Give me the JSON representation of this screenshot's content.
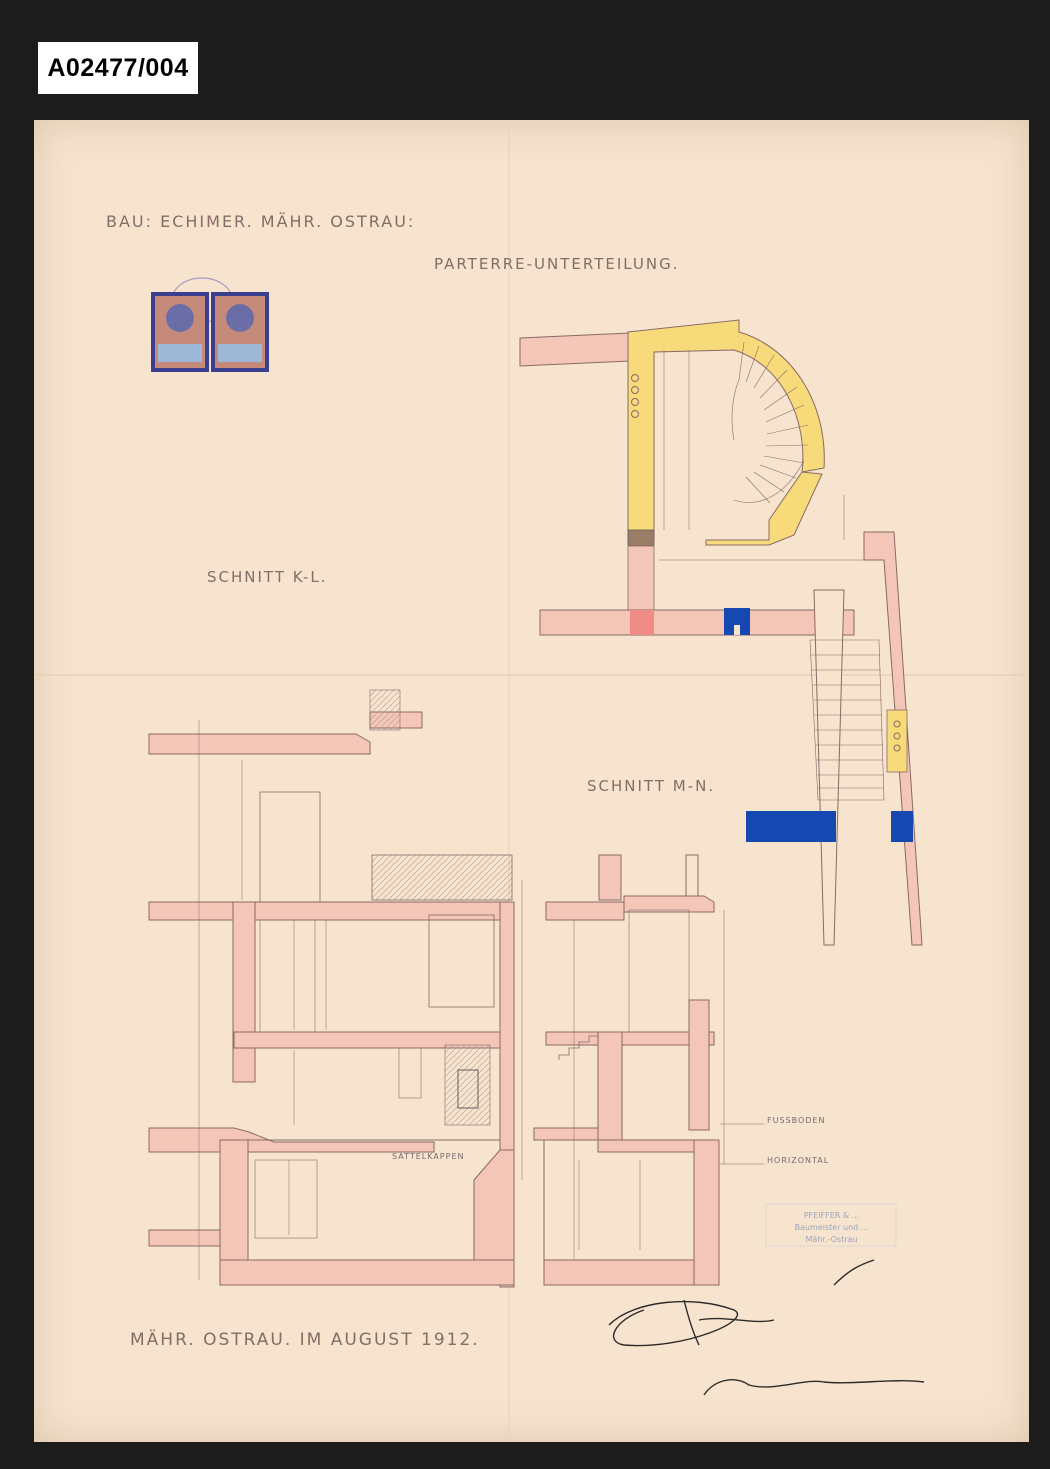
{
  "archive_label": "A02477/004",
  "drawing": {
    "project_title": "BAU: ECHIMER. MÄHR. OSTRAU:",
    "plan_title": "PARTERRE-UNTERTEILUNG.",
    "section_kl": "SCHNITT K-L.",
    "section_mn": "SCHNITT M-N.",
    "footer_place_date": "MÄHR. OSTRAU. IM AUGUST 1912.",
    "level_fussboden": "FUSSBODEN",
    "level_horizont": "HORIZONTAL",
    "label_satteldach": "SATTELKAPPEN",
    "stamp_office_lines": [
      "PFEIFFER & ...",
      "Baumeister und ...",
      "Mähr.-Ostrau"
    ],
    "signatures": [
      "Glücke",
      "Franz & Sofie Echener"
    ],
    "colors": {
      "paper": "#f6e4cf",
      "wall_pink": "#f3c6b8",
      "stair_yellow": "#f7da7a",
      "blue_fill": "#1548b0",
      "red_fill": "#f08b86",
      "brown_fill": "#9a7d66",
      "ink": "#6b5a5a"
    }
  }
}
